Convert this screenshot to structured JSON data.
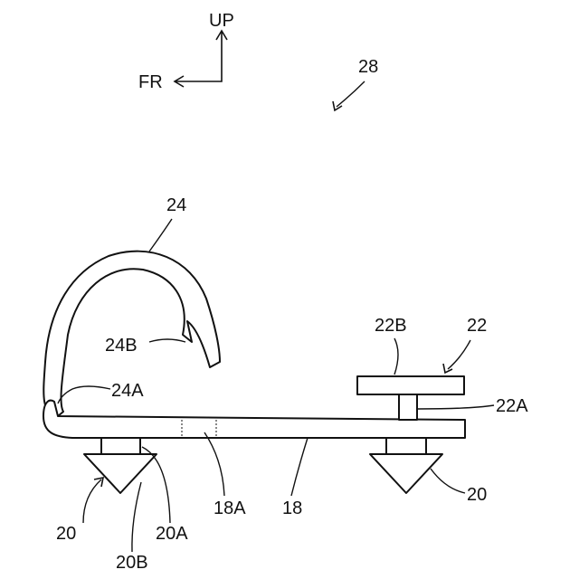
{
  "orientation": {
    "up_label": "UP",
    "front_label": "FR"
  },
  "labels": {
    "assembly": "28",
    "hook": "24",
    "hook_tip": "24B",
    "hook_base": "24A",
    "top_mount": "22",
    "top_mount_plate": "22B",
    "top_mount_stem": "22A",
    "clip_right": "20",
    "clip_left": "20",
    "clip_left_head": "20B",
    "clip_left_stem": "20A",
    "base_plate": "18",
    "base_plate_mark": "18A"
  }
}
